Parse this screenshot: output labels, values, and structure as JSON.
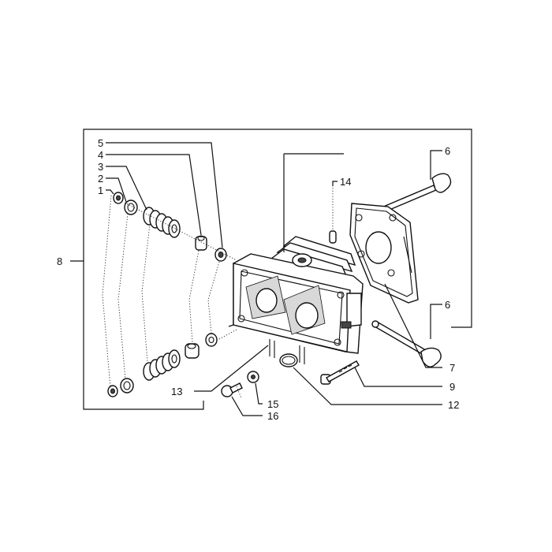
{
  "labels": [
    {
      "id": "1",
      "text": "1"
    },
    {
      "id": "2",
      "text": "2"
    },
    {
      "id": "3",
      "text": "3"
    },
    {
      "id": "4",
      "text": "4"
    },
    {
      "id": "5",
      "text": "5"
    },
    {
      "id": "6a",
      "text": "6"
    },
    {
      "id": "6b",
      "text": "6"
    },
    {
      "id": "7",
      "text": "7"
    },
    {
      "id": "8",
      "text": "8"
    },
    {
      "id": "9",
      "text": "9"
    },
    {
      "id": "12",
      "text": "12"
    },
    {
      "id": "13",
      "text": "13"
    },
    {
      "id": "14",
      "text": "14"
    },
    {
      "id": "15",
      "text": "15"
    },
    {
      "id": "16",
      "text": "16"
    }
  ]
}
